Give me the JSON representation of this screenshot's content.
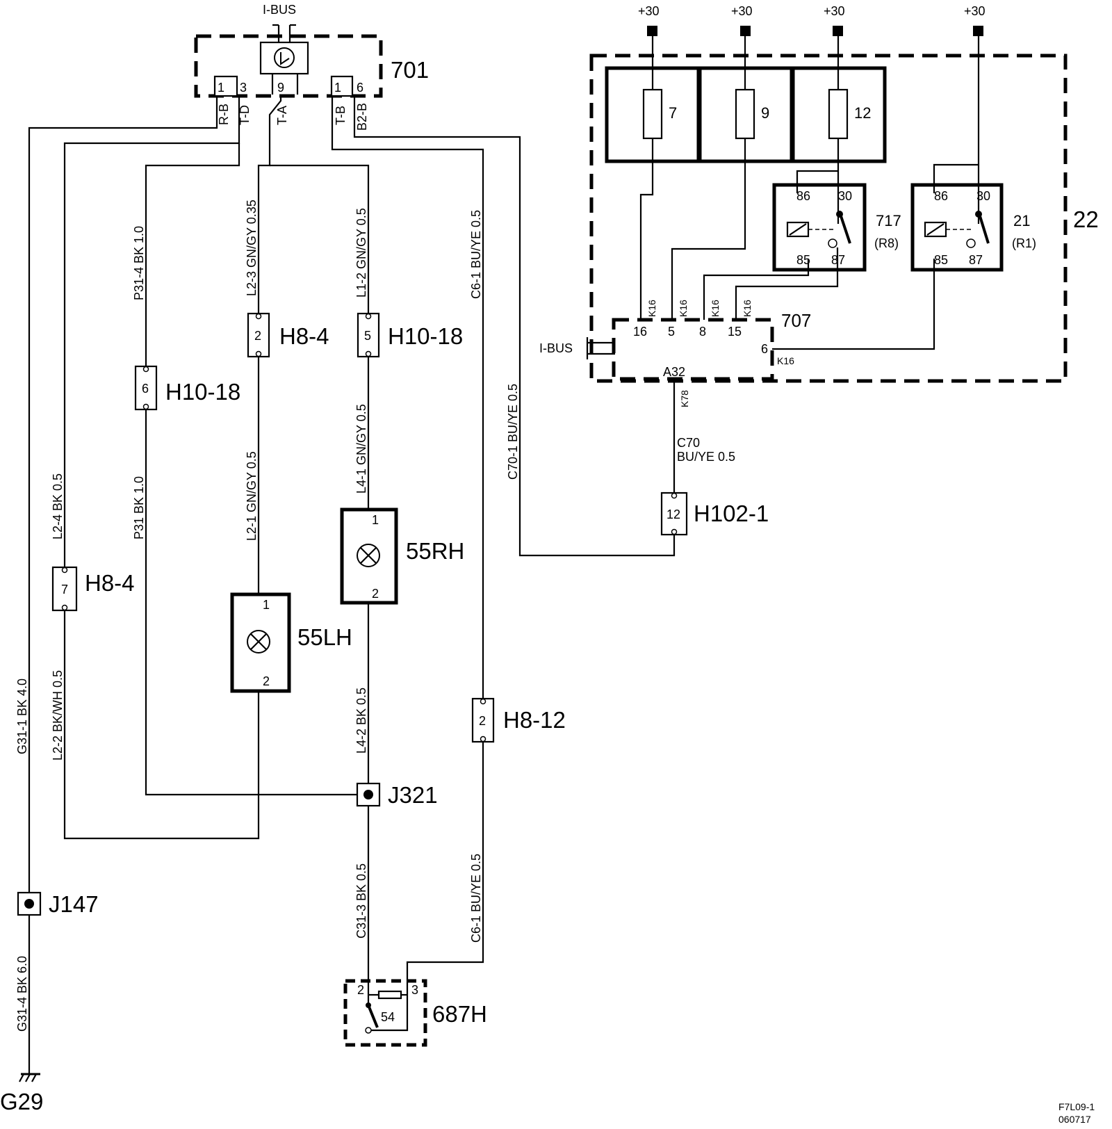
{
  "supply": {
    "p30": "+30"
  },
  "ibus": "I-BUS",
  "components": {
    "c701": "701",
    "c707": "707",
    "c22": "22",
    "r717": "717",
    "r717_sub": "(R8)",
    "r21": "21",
    "r21_sub": "(R1)",
    "lamp_lh": "55LH",
    "lamp_rh": "55RH",
    "sw687": "687H",
    "ground": "G29",
    "j147": "J147",
    "j321": "J321"
  },
  "fuses": [
    "7",
    "9",
    "12"
  ],
  "relay_pins": {
    "p86": "86",
    "p30": "30",
    "p85": "85",
    "p87": "87"
  },
  "connectors": {
    "h8_4": "H8-4",
    "h10_18": "H10-18",
    "h8_12": "H8-12",
    "h102_1": "H102-1"
  },
  "conn_pins": {
    "a": "2",
    "b": "5",
    "c": "6",
    "d": "7",
    "e": "2",
    "f": "12"
  },
  "pins701": {
    "p1": "1",
    "p3": "3",
    "p9": "9",
    "p1b": "1",
    "p6": "6"
  },
  "codes701": {
    "rb": "R-B",
    "td": "T-D",
    "ta": "T-A",
    "tb": "T-B",
    "b2b": "B2-B"
  },
  "pins707": {
    "p16": "16",
    "p5": "5",
    "p8": "8",
    "p15": "15",
    "p6": "6",
    "a32": "A32"
  },
  "k16": "K16",
  "k78": "K78",
  "lamp_pins": {
    "p1": "1",
    "p2": "2"
  },
  "sw_pins": {
    "p2": "2",
    "p3": "3",
    "p54": "54"
  },
  "wires": {
    "g31_1": "G31-1  BK  4.0",
    "g31_4": "G31-4  BK  6.0",
    "l2_4": "L2-4  BK    0.5",
    "l2_2": "L2-2  BK/WH    0.5",
    "p31_4": "P31-4  BK    1.0",
    "p31": "P31  BK  1.0",
    "l2_3": "L2-3   GN/GY   0.35",
    "l2_1": "L2-1   GN/GY    0.5",
    "l1_2": "L1-2  GN/GY    0.5",
    "l4_1": "L4-1  GN/GY    0.5",
    "l4_2": "L4-2  BK    0.5",
    "c31_3": "C31-3  BK    0.5",
    "c6_1_top": "C6-1  BU/YE   0.5",
    "c6_1_bot": "C6-1  BU/YE    0.5",
    "c70_1": "C70-1  BU/YE    0.5",
    "c70_a": "C70",
    "c70_b": "BU/YE   0.5"
  },
  "footer": {
    "code": "F7L09-1",
    "date": "060717"
  }
}
